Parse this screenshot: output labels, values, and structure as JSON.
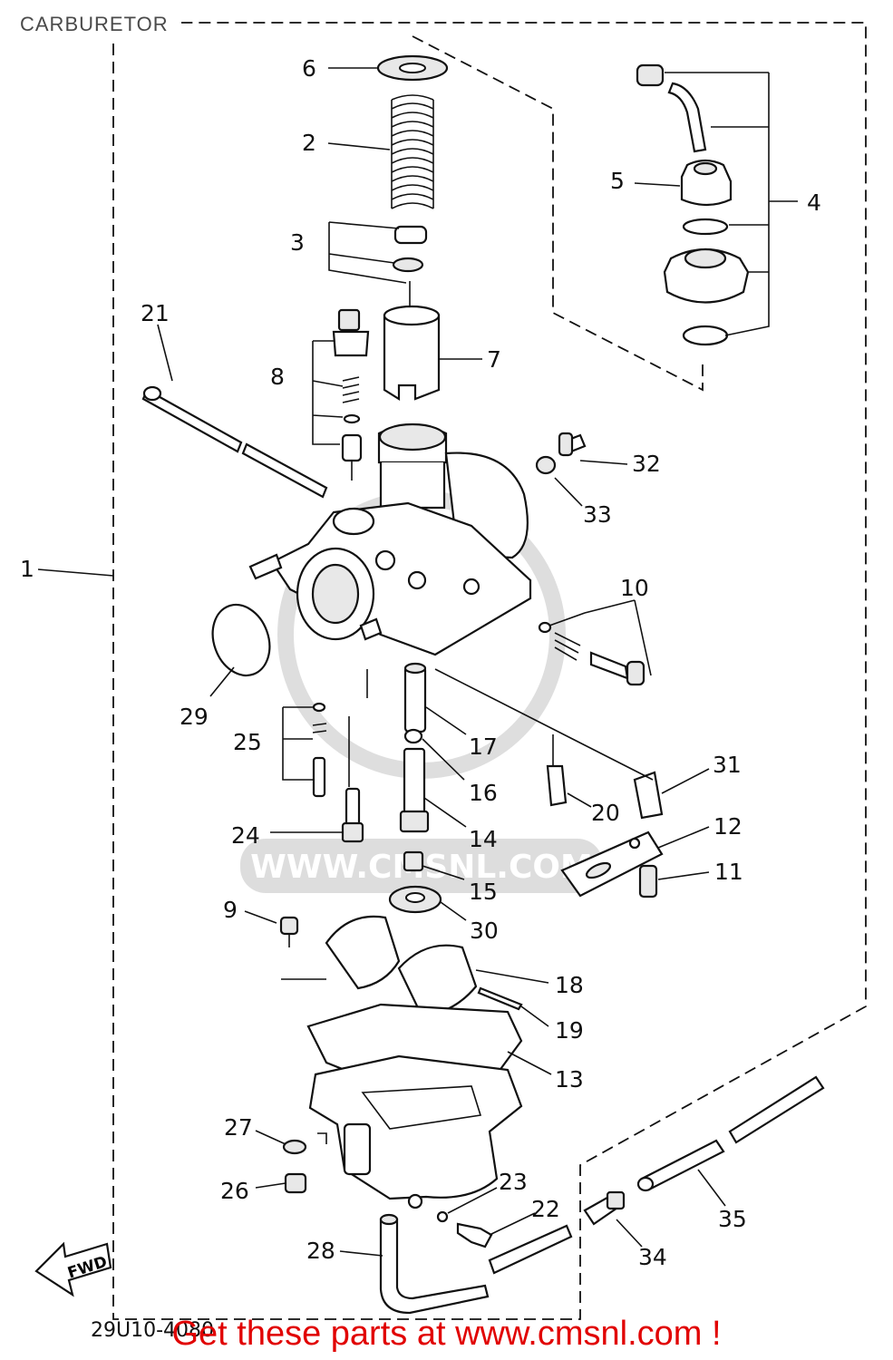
{
  "page_title": "CARBURETOR",
  "watermark": "WWW.CMSNL.COM",
  "figure_code": "29U10-4080",
  "fwd_label": "FWD",
  "promo_text": "Get these parts at www.cmsnl.com !",
  "callouts": [
    "1",
    "2",
    "3",
    "4",
    "5",
    "6",
    "7",
    "8",
    "9",
    "10",
    "11",
    "12",
    "13",
    "14",
    "15",
    "16",
    "17",
    "18",
    "19",
    "20",
    "21",
    "22",
    "23",
    "24",
    "25",
    "26",
    "27",
    "28",
    "29",
    "30",
    "31",
    "32",
    "33",
    "34",
    "35"
  ]
}
